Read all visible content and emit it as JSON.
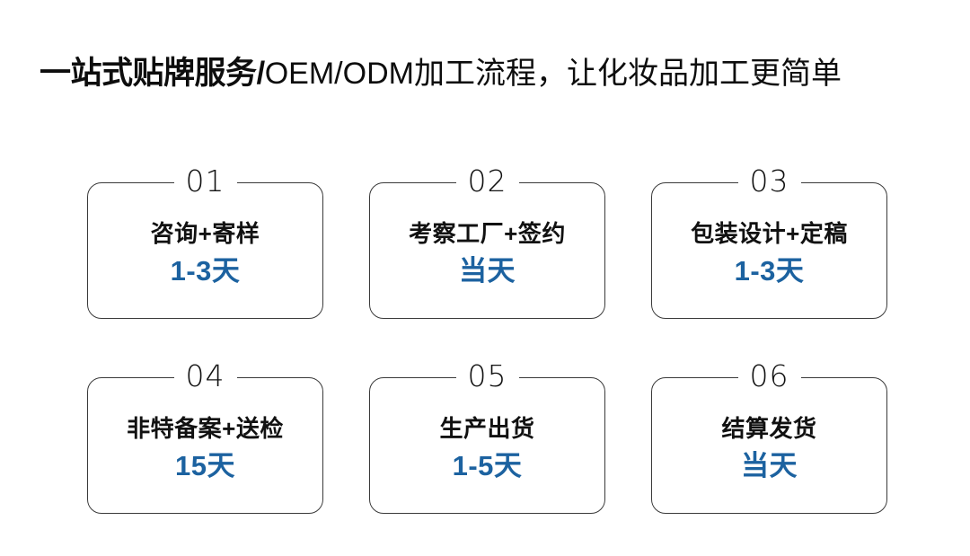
{
  "headline": {
    "strong": "一站式贴牌服务/",
    "normal": "OEM/ODM加工流程，让化妆品加工更简单",
    "full": "一站式贴牌服务/OEM/ODM加工流程，让化妆品加工更简单"
  },
  "colors": {
    "background": "#ffffff",
    "text": "#111111",
    "accent_blue": "#1c62a0",
    "card_border": "#3a3a3a"
  },
  "cards": [
    {
      "number": "01",
      "title": "咨询+寄样",
      "duration": "1-3天"
    },
    {
      "number": "02",
      "title": "考察工厂+签约",
      "duration": "当天"
    },
    {
      "number": "03",
      "title": "包装设计+定稿",
      "duration": "1-3天"
    },
    {
      "number": "04",
      "title": "非特备案+送检",
      "duration": "15天"
    },
    {
      "number": "05",
      "title": "生产出货",
      "duration": "1-5天"
    },
    {
      "number": "06",
      "title": "结算发货",
      "duration": "当天"
    }
  ]
}
